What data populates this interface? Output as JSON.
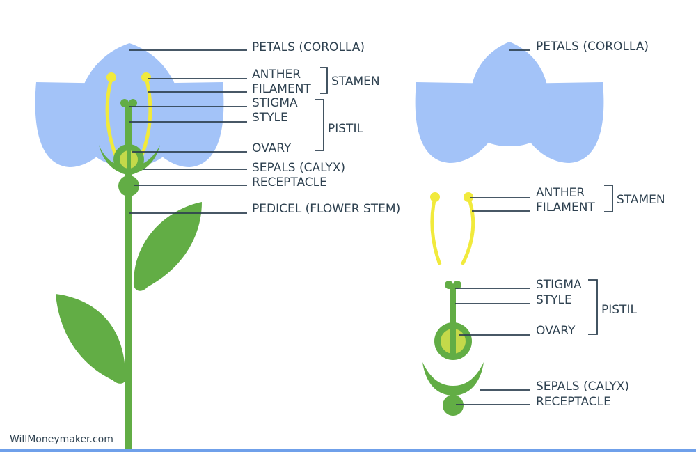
{
  "colors": {
    "petal": "#a3c3f8",
    "green": "#62ad45",
    "stamen_yellow": "#f1ea3c",
    "ovary_inner": "#c4d94a",
    "label_text": "#2e4150",
    "bottom_bar": "#6fa0ea"
  },
  "left_labels": {
    "petals": "PETALS (COROLLA)",
    "anther": "ANTHER",
    "filament": "FILAMENT",
    "stamen": "STAMEN",
    "stigma": "STIGMA",
    "style": "STYLE",
    "ovary": "OVARY",
    "pistil": "PISTIL",
    "sepals": "SEPALS (CALYX)",
    "receptacle": "RECEPTACLE",
    "pedicel": "PEDICEL (FLOWER STEM)"
  },
  "right_labels": {
    "petals": "PETALS (COROLLA)",
    "anther": "ANTHER",
    "filament": "FILAMENT",
    "stamen": "STAMEN",
    "stigma": "STIGMA",
    "style": "STYLE",
    "ovary": "OVARY",
    "pistil": "PISTIL",
    "sepals": "SEPALS (CALYX)",
    "receptacle": "RECEPTACLE"
  },
  "watermark": "WillMoneymaker.com"
}
